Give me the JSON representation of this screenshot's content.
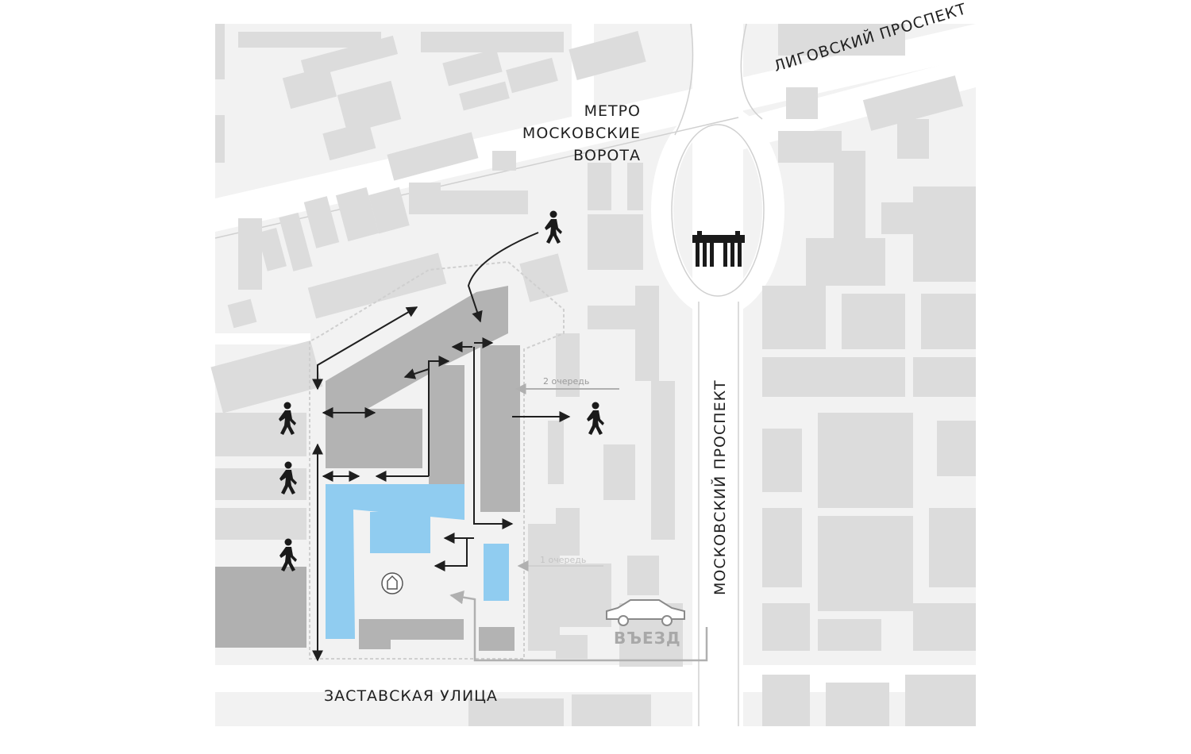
{
  "map": {
    "labels": {
      "metro_line1": "МЕТРО",
      "metro_line2": "МОСКОВСКИЕ",
      "metro_line3": "ВОРОТА",
      "street_zastavskaya": "ЗАСТАВСКАЯ УЛИЦА",
      "street_ligovsky": "ЛИГОВСКИЙ ПРОСПЕКТ",
      "street_moskovsky": "МОСКОВСКИЙ ПРОСПЕКТ",
      "queue_2": "2 очередь",
      "queue_1": "1 очередь",
      "entry": "ВЪЕЗД"
    },
    "icons": [
      "pedestrian-icon",
      "moscow-gate-icon",
      "car-icon",
      "playground-icon",
      "arrow-icon"
    ],
    "colors": {
      "background": "#f2f2f2",
      "road": "#ffffff",
      "building": "#dcdcdc",
      "project_building": "#b3b3b3",
      "highlight": "#90ccf0",
      "text": "#1f1f1f",
      "arrow": "#1f1f1f",
      "car_route": "#b0b0b0"
    }
  }
}
